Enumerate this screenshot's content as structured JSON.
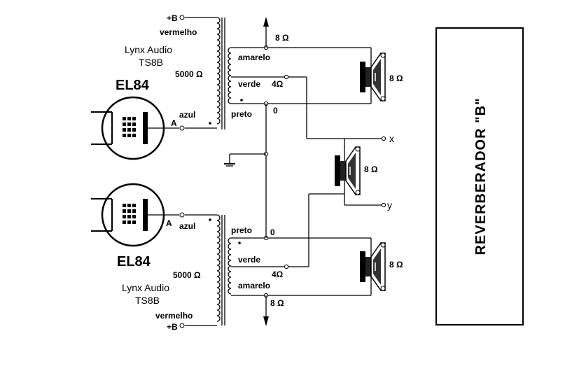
{
  "upper_transformer": {
    "b_plus": "+B",
    "red_wire": "vermelho",
    "brand": "Lynx Audio",
    "model": "TS8B",
    "impedance": "5000 Ω",
    "blue_wire": "azul",
    "anode": "A",
    "yellow_tap": "amarelo",
    "green_tap": "verde",
    "black_tap": "preto",
    "tap_8": "8 Ω",
    "tap_4": "4Ω",
    "tap_0": "0"
  },
  "lower_transformer": {
    "b_plus": "+B",
    "red_wire": "vermelho",
    "brand": "Lynx Audio",
    "model": "TS8B",
    "impedance": "5000 Ω",
    "blue_wire": "azul",
    "anode": "A",
    "yellow_tap": "amarelo",
    "green_tap": "verde",
    "black_tap": "preto",
    "tap_8": "8 Ω",
    "tap_4": "4Ω",
    "tap_0": "0"
  },
  "tubes": {
    "upper": "EL84",
    "lower": "EL84"
  },
  "speakers": {
    "upper": "8 Ω",
    "middle": "8 Ω",
    "lower": "8 Ω"
  },
  "outputs": {
    "x": "x",
    "y": "y"
  },
  "reverb_box": {
    "label": "REVERBERADOR  \"B\""
  }
}
